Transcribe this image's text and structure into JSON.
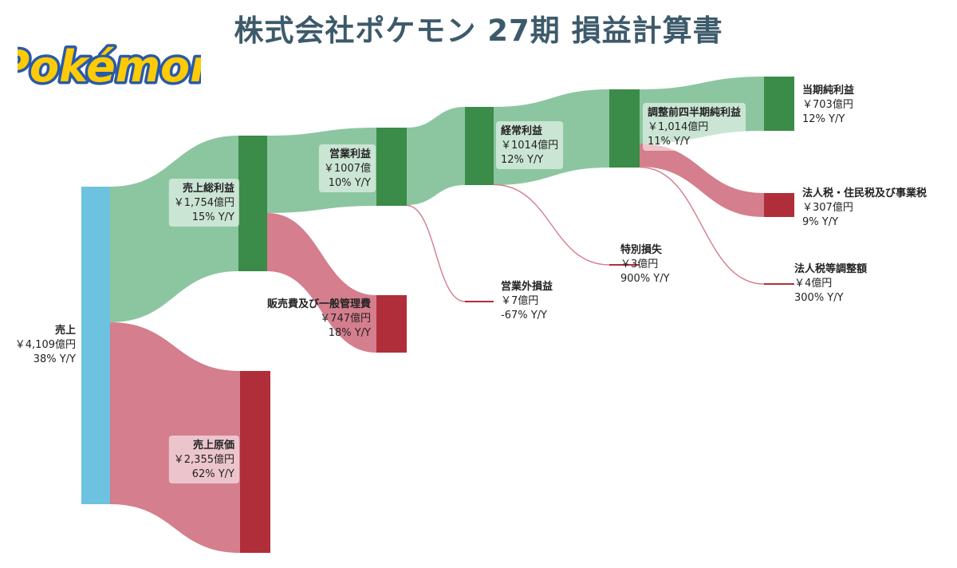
{
  "title": "株式会社ポケモン 27期 損益計算書",
  "logo_text": "Pokémon",
  "colors": {
    "title": "#3d5a6b",
    "revenue_node": "#6cc2df",
    "profit_node": "#3a8c48",
    "cost_node": "#b02e39",
    "profit_flow": "#8cc6a0",
    "cost_flow": "#d47e8e",
    "logo_yellow": "#ffcb05",
    "logo_blue": "#2a5aa8"
  },
  "chart_data": {
    "type": "sankey",
    "unit": "億円",
    "nodes": [
      {
        "id": "revenue",
        "name": "売上",
        "value_label": "￥4,109億円",
        "yoy": "38% Y/Y",
        "value": 4109,
        "kind": "revenue"
      },
      {
        "id": "gross_profit",
        "name": "売上総利益",
        "value_label": "￥1,754億円",
        "yoy": "15% Y/Y",
        "value": 1754,
        "kind": "profit"
      },
      {
        "id": "cogs",
        "name": "売上原価",
        "value_label": "￥2,355億円",
        "yoy": "62% Y/Y",
        "value": 2355,
        "kind": "cost"
      },
      {
        "id": "sga",
        "name": "販売費及び一般管理費",
        "value_label": "￥747億円",
        "yoy": "18% Y/Y",
        "value": 747,
        "kind": "cost"
      },
      {
        "id": "operating_profit",
        "name": "営業利益",
        "value_label": "￥1007億",
        "yoy": "10% Y/Y",
        "value": 1007,
        "kind": "profit"
      },
      {
        "id": "non_operating_loss",
        "name": "営業外損益",
        "value_label": "￥7億円",
        "yoy": "-67% Y/Y",
        "value": 7,
        "kind": "cost"
      },
      {
        "id": "ordinary_profit",
        "name": "経常利益",
        "value_label": "￥1014億円",
        "yoy": "12% Y/Y",
        "value": 1014,
        "kind": "profit"
      },
      {
        "id": "extraordinary_loss",
        "name": "特別損失",
        "value_label": "￥3億円",
        "yoy": "900% Y/Y",
        "value": 3,
        "kind": "cost"
      },
      {
        "id": "pretax_profit",
        "name": "調整前四半期純利益",
        "value_label": "￥1,014億円",
        "yoy": "11% Y/Y",
        "value": 1014,
        "kind": "profit"
      },
      {
        "id": "net_income",
        "name": "当期純利益",
        "value_label": "￥703億円",
        "yoy": "12% Y/Y",
        "value": 703,
        "kind": "profit"
      },
      {
        "id": "income_tax",
        "name": "法人税・住民税及び事業税",
        "value_label": "￥307億円",
        "yoy": "9% Y/Y",
        "value": 307,
        "kind": "cost"
      },
      {
        "id": "tax_adjustment",
        "name": "法人税等調整額",
        "value_label": "￥4億円",
        "yoy": "300% Y/Y",
        "value": 4,
        "kind": "cost"
      }
    ],
    "links": [
      {
        "source": "revenue",
        "target": "gross_profit",
        "value": 1754,
        "kind": "profit"
      },
      {
        "source": "revenue",
        "target": "cogs",
        "value": 2355,
        "kind": "cost"
      },
      {
        "source": "gross_profit",
        "target": "operating_profit",
        "value": 1007,
        "kind": "profit"
      },
      {
        "source": "gross_profit",
        "target": "sga",
        "value": 747,
        "kind": "cost"
      },
      {
        "source": "operating_profit",
        "target": "ordinary_profit",
        "value": 1007,
        "kind": "profit"
      },
      {
        "source": "operating_profit",
        "target": "non_operating_loss",
        "value": 7,
        "kind": "cost"
      },
      {
        "source": "ordinary_profit",
        "target": "pretax_profit",
        "value": 1014,
        "kind": "profit"
      },
      {
        "source": "ordinary_profit",
        "target": "extraordinary_loss",
        "value": 3,
        "kind": "cost"
      },
      {
        "source": "pretax_profit",
        "target": "net_income",
        "value": 703,
        "kind": "profit"
      },
      {
        "source": "pretax_profit",
        "target": "income_tax",
        "value": 307,
        "kind": "cost"
      },
      {
        "source": "pretax_profit",
        "target": "tax_adjustment",
        "value": 4,
        "kind": "cost"
      }
    ]
  }
}
